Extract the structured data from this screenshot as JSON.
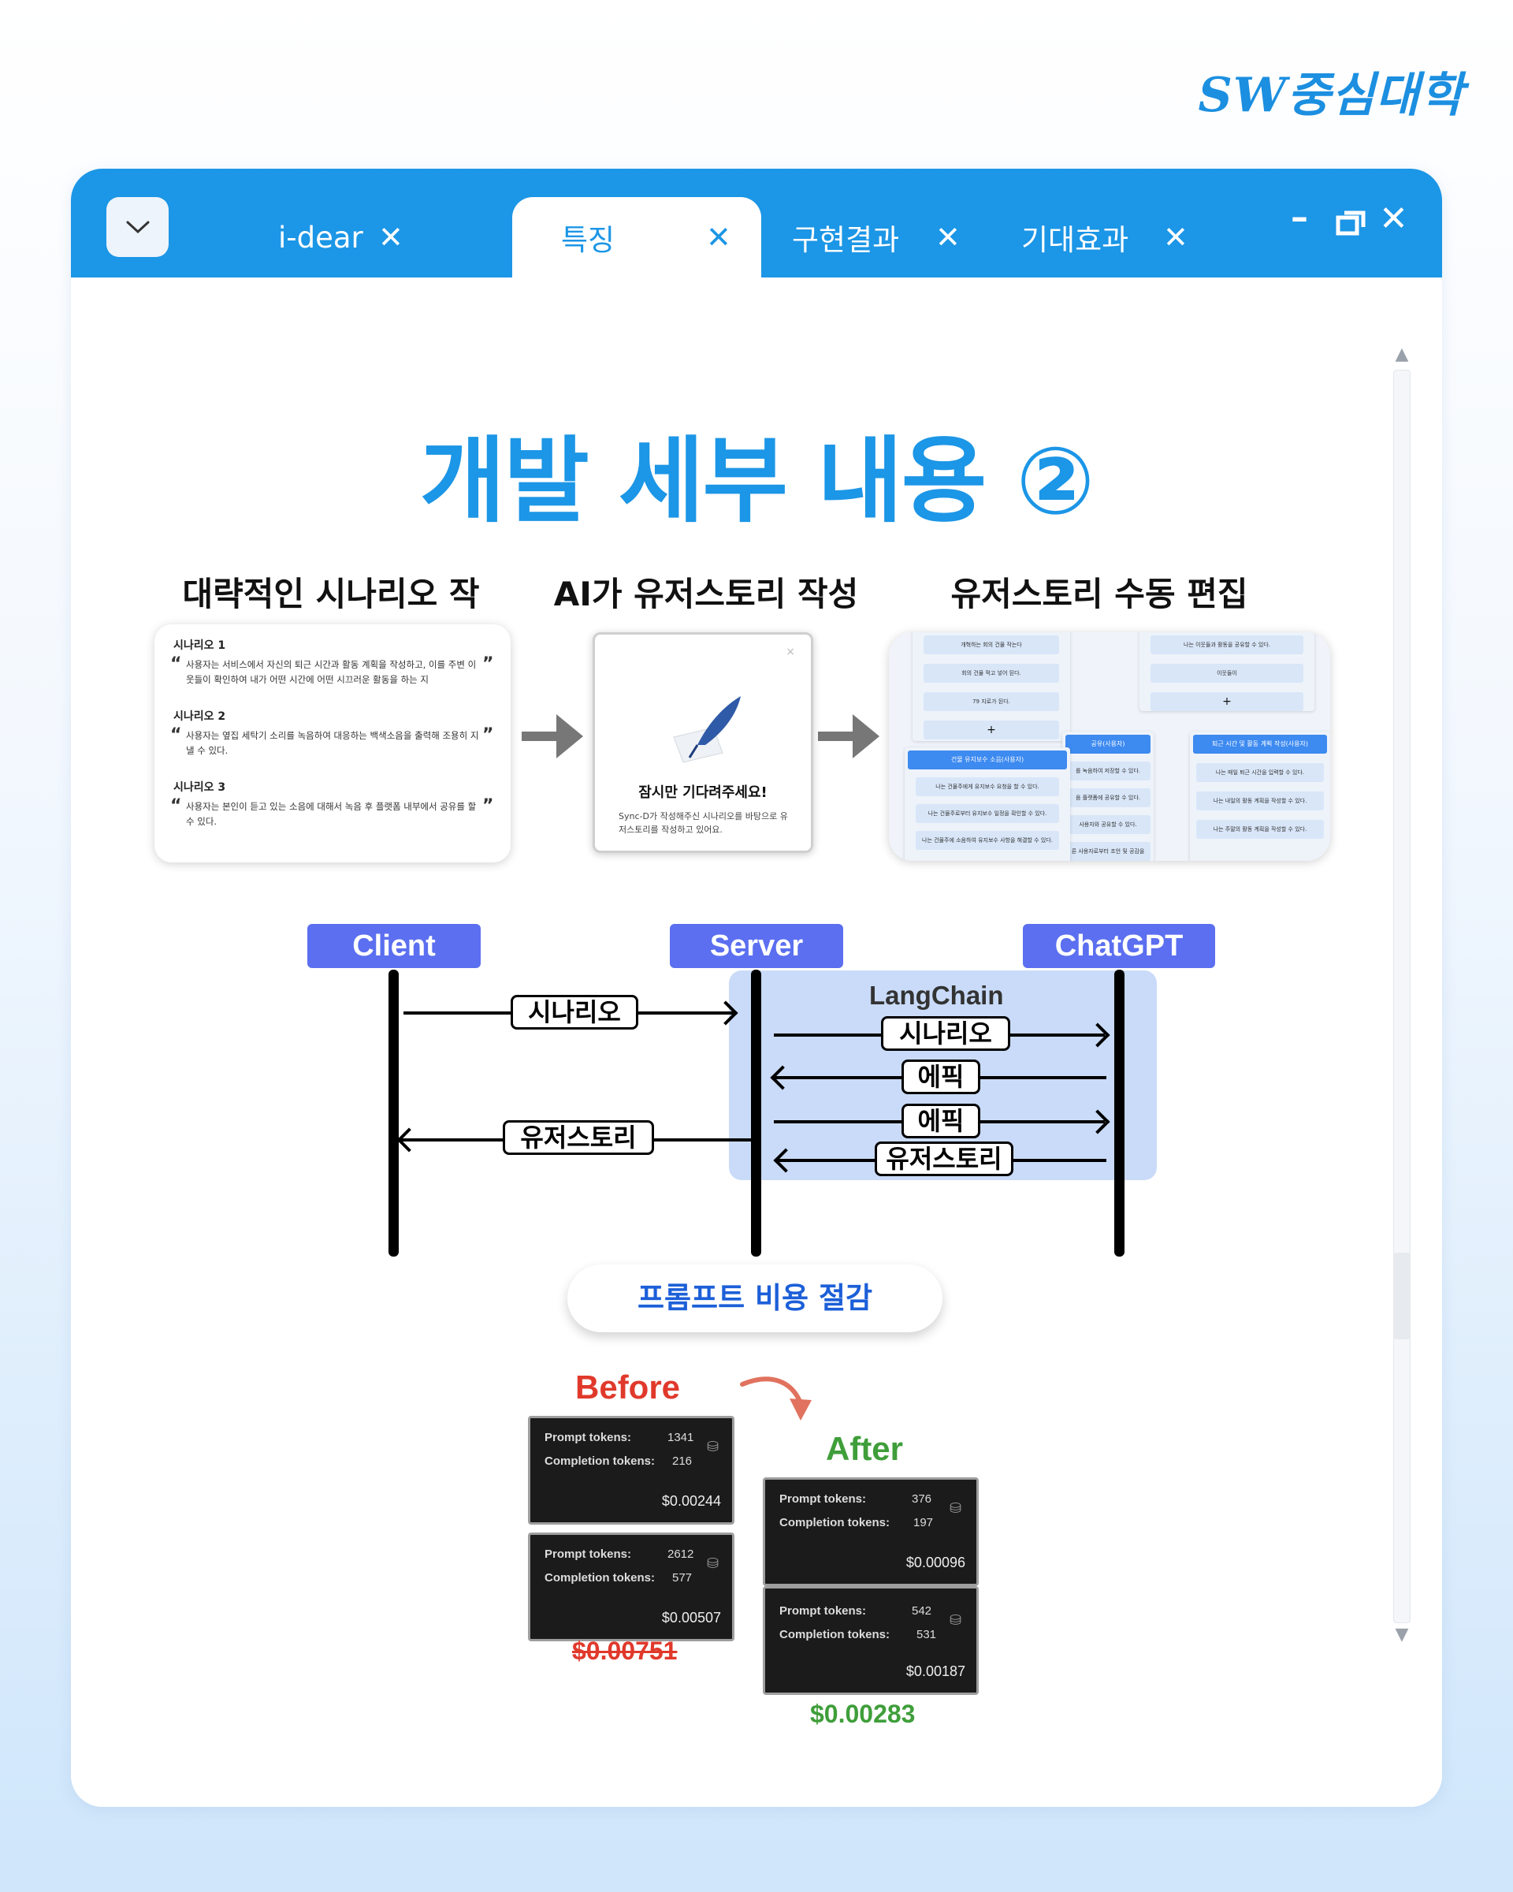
{
  "brand": "SW중심대학",
  "tabs": [
    {
      "label": "i-dear"
    },
    {
      "label": "특징"
    },
    {
      "label": "구현결과"
    },
    {
      "label": "기대효과"
    }
  ],
  "title": "개발 세부 내용 ②",
  "steps": [
    {
      "title": "대략적인 시나리오 작성"
    },
    {
      "title": "AI가 유저스토리 작성"
    },
    {
      "title": "유저스토리 수동 편집"
    }
  ],
  "scenarios": [
    {
      "title": "시나리오 1",
      "text": "사용자는 서비스에서 자신의 퇴근 시간과 활동 계획을 작성하고, 이를 주변 이웃들이 확인하여 내가 어떤 시간에 어떤 시끄러운 활동을 하는 지"
    },
    {
      "title": "시나리오 2",
      "text": "사용자는 옆집 세탁기 소리를 녹음하여 대응하는 백색소음을 출력해 조용히 지낼 수 있다."
    },
    {
      "title": "시나리오 3",
      "text": "사용자는 본인이 듣고 있는 소음에 대해서 녹음 후 플랫폼 내부에서 공유를 할 수 있다."
    }
  ],
  "wait": {
    "close": "×",
    "title": "잠시만 기다려주세요!",
    "desc": "Sync-D가 작성해주신 시나리오를 바탕으로 유저스토리를 작성하고 있어요."
  },
  "board": {
    "col1_items": [
      "개혁하는 회의 건물 작는다",
      "회의 건물 먹고 넣어 된다.",
      "79 지로가 된다."
    ],
    "col2_items": [
      "나는 이웃들과 활동을 공유할 수 있다.",
      "이웃들이"
    ],
    "col3_head": "건물 유지보수 소음(사용자)",
    "col3_items": [
      "나는 건물주에게 유지보수 요청을 할 수 있다.",
      "나는 건물주로부터 유지보수 일정을 확인할 수 있다.",
      "나는 건물주에 소음하여 유지보수 사항을 해결할 수 있다."
    ],
    "col4_head": "공유(사용자)",
    "col4_items": [
      "를 녹음하여 저장할 수 있다.",
      "음 플랫폼에 공유할 수 있다.",
      "사용자와 공유할 수 있다.",
      "른 사용자로부터 조언 및 공감을"
    ],
    "col5_head": "퇴근 시간 및 활동 계획 작성(사용자)",
    "col5_items": [
      "나는 매일 퇴근 시간을 입력할 수 있다.",
      "나는 내일의 활동 계획을 작성할 수 있다.",
      "나는 주말의 활동 계획을 작성할 수 있다."
    ],
    "add": "+"
  },
  "sequence": {
    "client": "Client",
    "server": "Server",
    "chatgpt": "ChatGPT",
    "langchain": "LangChain",
    "msg1": "시나리오",
    "msg2": "시나리오",
    "msg3": "에픽",
    "msg4": "에픽",
    "msg5": "유저스토리",
    "msg6": "유저스토리"
  },
  "cost": {
    "pill": "프롬프트 비용 절감",
    "before_label": "Before",
    "after_label": "After",
    "prompt_label": "Prompt tokens:",
    "completion_label": "Completion tokens:",
    "before": [
      {
        "prompt": "1341",
        "completion": "216",
        "cost": "$0.00244"
      },
      {
        "prompt": "2612",
        "completion": "577",
        "cost": "$0.00507"
      }
    ],
    "after": [
      {
        "prompt": "376",
        "completion": "197",
        "cost": "$0.00096"
      },
      {
        "prompt": "542",
        "completion": "531",
        "cost": "$0.00187"
      }
    ],
    "total_before": "$0.00751",
    "total_after": "$0.00283"
  },
  "colors": {
    "accent": "#1c96e6",
    "sequence_label": "#5b6ff0",
    "before": "#e0392b",
    "after": "#3f9e3a"
  }
}
